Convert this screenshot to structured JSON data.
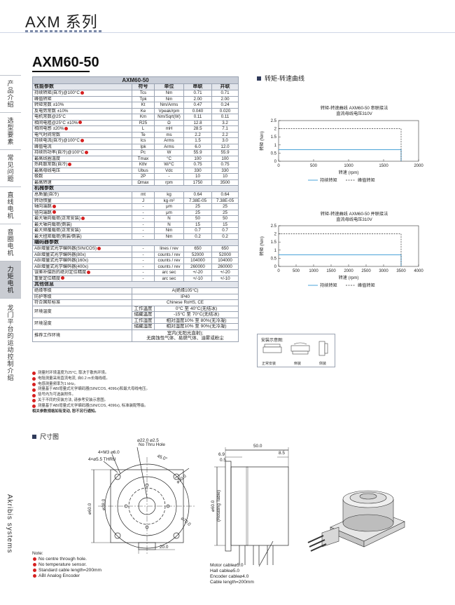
{
  "header": {
    "series_title": "AXM 系列",
    "model_title": "AXM60-50"
  },
  "sidebar": {
    "items": [
      {
        "label": "产品介绍"
      },
      {
        "label": "选型要素"
      },
      {
        "label": "常见问题"
      },
      {
        "label": "直线电机"
      },
      {
        "label": "音圈电机"
      },
      {
        "label": "力矩电机"
      },
      {
        "label": "龙门平台的运动控制介绍"
      }
    ],
    "active_index": 5,
    "brand": "Akribis systems"
  },
  "spec_table": {
    "title": "AXM60-50",
    "performance": {
      "header": [
        "性能参数",
        "符号",
        "单位",
        "串联",
        "并联"
      ],
      "rows": [
        [
          "持续转矩(自冷)@100°C",
          "Tcs",
          "Nm",
          "0.71",
          "0.71"
        ],
        [
          "峰值转矩",
          "Tpk",
          "Nm",
          "2.00",
          "2.00"
        ],
        [
          "转矩常数 ±10%",
          "Kt",
          "Nm/Arms",
          "0.47",
          "0.24"
        ],
        [
          "反电势常数 ±10%",
          "Ke",
          "Vpeak/rpm",
          "0.040",
          "0.020"
        ],
        [
          "电机常数@25°C",
          "Km",
          "Nm/Sqrt(W)",
          "0.11",
          "0.11"
        ],
        [
          "相间电阻@25°C ±10%",
          "R25",
          "Ω",
          "12.8",
          "3.2"
        ],
        [
          "相间电感 ±20%",
          "L",
          "mH",
          "28.5",
          "7.1"
        ],
        [
          "电气时间常数",
          "Te",
          "ms",
          "2.2",
          "2.2"
        ],
        [
          "持续电流(自冷)@100°C",
          "Ics",
          "Arms",
          "1.5",
          "3.0"
        ],
        [
          "峰值电流",
          "Ipk",
          "Arms",
          "6.0",
          "12.0"
        ],
        [
          "持续热功率(自冷)@100°C",
          "Pc",
          "W",
          "55.9",
          "55.9"
        ],
        [
          "最高线圈温度",
          "Tmax",
          "°C",
          "100",
          "100"
        ],
        [
          "热耗散常数(自冷)",
          "Kthr",
          "W/°C",
          "0.75",
          "0.75"
        ],
        [
          "最高母线电压",
          "Ubus",
          "Vdc",
          "330",
          "330"
        ],
        [
          "极数",
          "2P",
          "-",
          "10",
          "10"
        ],
        [
          "最高转速",
          "Ωmax",
          "rpm",
          "1750",
          "3500"
        ]
      ]
    },
    "mechanical": {
      "header": "机械参数",
      "rows": [
        [
          "总质量(自冷)",
          "mt",
          "kg",
          "0.64",
          "0.64"
        ],
        [
          "转动惯量",
          "J",
          "kg·m²",
          "7.38E-05",
          "7.38E-05"
        ],
        [
          "轴向端跳",
          "-",
          "μm",
          "25",
          "25"
        ],
        [
          "径向端跳",
          "-",
          "μm",
          "25",
          "25"
        ],
        [
          "最大轴向载荷(正常安装)",
          "-",
          "N",
          "50",
          "50"
        ],
        [
          "最大轴向载荷(倒装)",
          "-",
          "N",
          "15",
          "15"
        ],
        [
          "最大倾覆载荷(正常安装)",
          "-",
          "Nm",
          "0.7",
          "0.7"
        ],
        [
          "最大扭矩载荷(侧装/倒装)",
          "-",
          "Nm",
          "0.2",
          "0.2"
        ]
      ]
    },
    "encoder": {
      "header": "编码器参数",
      "rows": [
        [
          "ABI增量式光学编码器(SIN/COS)",
          "-",
          "lines / rev",
          "650",
          "650"
        ],
        [
          "ABI增量式光学编码器(80x)",
          "-",
          "counts / rev",
          "52000",
          "52000"
        ],
        [
          "ABI增量式光学编码器(160x)",
          "-",
          "counts / rev",
          "104000",
          "104000"
        ],
        [
          "ABI增量式光学编码器(400x)",
          "-",
          "counts / rev",
          "260000",
          "260000"
        ],
        [
          "误差补偿后的绝对定位精度",
          "-",
          "arc sec",
          "+/-20",
          "+/-20"
        ],
        [
          "重复定位精度",
          "-",
          "arc sec",
          "+/-10",
          "+/-10"
        ]
      ]
    },
    "other": {
      "header": "其他信息",
      "insulation": [
        "绝缘等级",
        "A(绝缘105°C)"
      ],
      "protection": [
        "防护等级",
        "IP40"
      ],
      "standard": [
        "符合国际标准",
        "Chinese RoHS, CE"
      ],
      "env_temp": [
        "环境温度",
        "工作温度",
        "0°C 至 40°C(无结冰)",
        "储藏温度",
        "-15°C 至 70°C(无结冰)"
      ],
      "env_humidity": [
        "环境湿度",
        "工作湿度",
        "相对湿度10% 至 80%(无冷凝)",
        "储藏湿度",
        "相对湿度10% 至 90%(无冷凝)"
      ],
      "recommend": [
        "推荐工作环境",
        "室内(无阳光直射);",
        "无腐蚀性气体、易燃气体、油雾或粉尘"
      ]
    }
  },
  "notes": [
    "测量时环境温度为25°C, 取决于散热环境。",
    "电阻测量采用直流电流, 自0.2 m长端线缆。",
    "电感测量频率为1 kHz。",
    "测量基于ABI增量式光学编码器(SIN/COS, 4096x)和最大母线电压。",
    "括号内为可选装附件。",
    "关于不同的安装方法, 请参考安装示意图。",
    "测量基于ABI增量式光学编码器(SIN/COS, 4096x), 标准装配等级。"
  ],
  "notes_footer": "相关参数规格如有变动, 恕不另行通知。",
  "curves": {
    "section_title": "转矩-转速曲线",
    "charts": [
      {
        "title_line1": "转矩-转速曲线 AXM60-50 串联接法",
        "title_line2": "直流母线电压310V",
        "ylabel": "转矩 (Nm)",
        "xlabel": "转速 (rpm)",
        "legend_cont": "持续转矩",
        "legend_peak": "峰值转矩"
      },
      {
        "title_line1": "转矩-转速曲线 AXM60-50 并联接法",
        "title_line2": "直流母线电压310V",
        "ylabel": "转矩 (Nm)",
        "xlabel": "转速 (rpm)",
        "legend_cont": "持续转矩",
        "legend_peak": "峰值转矩"
      }
    ]
  },
  "chart_data": [
    {
      "type": "line",
      "title": "转矩-转速曲线 AXM60-50 串联接法",
      "subtitle": "直流母线电压310V",
      "xlabel": "转速 (rpm)",
      "ylabel": "转矩 (Nm)",
      "xlim": [
        0,
        2000
      ],
      "ylim": [
        0,
        2.5
      ],
      "xticks": [
        0,
        500,
        1000,
        1500,
        2000
      ],
      "yticks": [
        0,
        0.5,
        1,
        1.5,
        2,
        2.5
      ],
      "grid": false,
      "legend_position": "bottom",
      "series": [
        {
          "name": "持续转矩",
          "style": "solid",
          "color": "#4aa3d8",
          "x": [
            0,
            1750,
            1750
          ],
          "y": [
            0.71,
            0.71,
            0
          ]
        },
        {
          "name": "峰值转矩",
          "style": "dashed",
          "color": "#333333",
          "x": [
            0,
            1750,
            1750
          ],
          "y": [
            2.0,
            2.0,
            0
          ]
        }
      ]
    },
    {
      "type": "line",
      "title": "转矩-转速曲线 AXM60-50 并联接法",
      "subtitle": "直流母线电压310V",
      "xlabel": "转速 (rpm)",
      "ylabel": "转矩 (Nm)",
      "xlim": [
        0,
        4000
      ],
      "ylim": [
        0,
        2.5
      ],
      "xticks": [
        0,
        500,
        1000,
        1500,
        2000,
        2500,
        3000,
        3500,
        4000
      ],
      "yticks": [
        0,
        0.5,
        1,
        1.5,
        2,
        2.5
      ],
      "grid": false,
      "legend_position": "bottom",
      "series": [
        {
          "name": "持续转矩",
          "style": "solid",
          "color": "#4aa3d8",
          "x": [
            0,
            3500,
            3500
          ],
          "y": [
            0.71,
            0.71,
            0
          ]
        },
        {
          "name": "峰值转矩",
          "style": "dashed",
          "color": "#333333",
          "x": [
            0,
            3500,
            3500
          ],
          "y": [
            2.0,
            2.0,
            0
          ]
        }
      ]
    }
  ],
  "install": {
    "title": "安装示意图:",
    "labels": [
      "正常安装",
      "倒装",
      "侧装"
    ]
  },
  "dimensions": {
    "section_title": "尺寸图",
    "front": {
      "hole_callout_1": "⌀22.0 ⌀2.5",
      "hole_callout_2": "No Thru Hole",
      "m3": "4×M3 ⌀6.0",
      "thru": "4×⌀5.5 THRU",
      "angle": "45.0°",
      "d30": "⌀30.0",
      "d60": "⌀60.0",
      "d38": "⌀38.0",
      "d70": "⌀70.0",
      "w20": "20.0"
    },
    "side": {
      "w50": "50.0",
      "d69": "6.9",
      "d05": "0.5",
      "d85": "8.5",
      "rotating": "⌀60.0",
      "rotating_sub": "(Rotating Table)"
    },
    "notes_title": "Note:",
    "notes": [
      "No centre through hole.",
      "No temperature sensor.",
      "Standard cable length=200mm",
      "ABI Analog Encoder"
    ],
    "cable_notes": [
      "Motor cable⌀5.0",
      "Hall cable⌀5.0",
      "Encoder cable⌀4.0",
      "Cable length=200mm"
    ]
  }
}
